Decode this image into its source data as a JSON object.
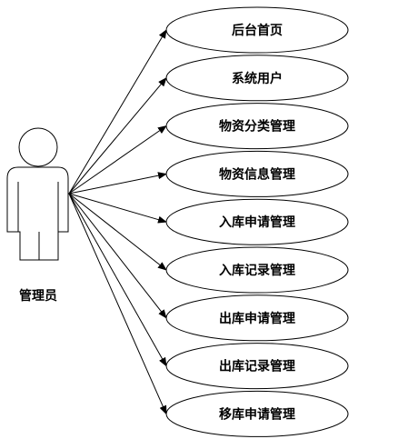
{
  "actor": {
    "label": "管理员"
  },
  "use_cases": [
    {
      "label": "后台首页"
    },
    {
      "label": "系统用户"
    },
    {
      "label": "物资分类管理"
    },
    {
      "label": "物资信息管理"
    },
    {
      "label": "入库申请管理"
    },
    {
      "label": "入库记录管理"
    },
    {
      "label": "出库申请管理"
    },
    {
      "label": "出库记录管理"
    },
    {
      "label": "移库申请管理"
    }
  ],
  "colors": {
    "stroke": "#000000",
    "background": "#ffffff"
  }
}
